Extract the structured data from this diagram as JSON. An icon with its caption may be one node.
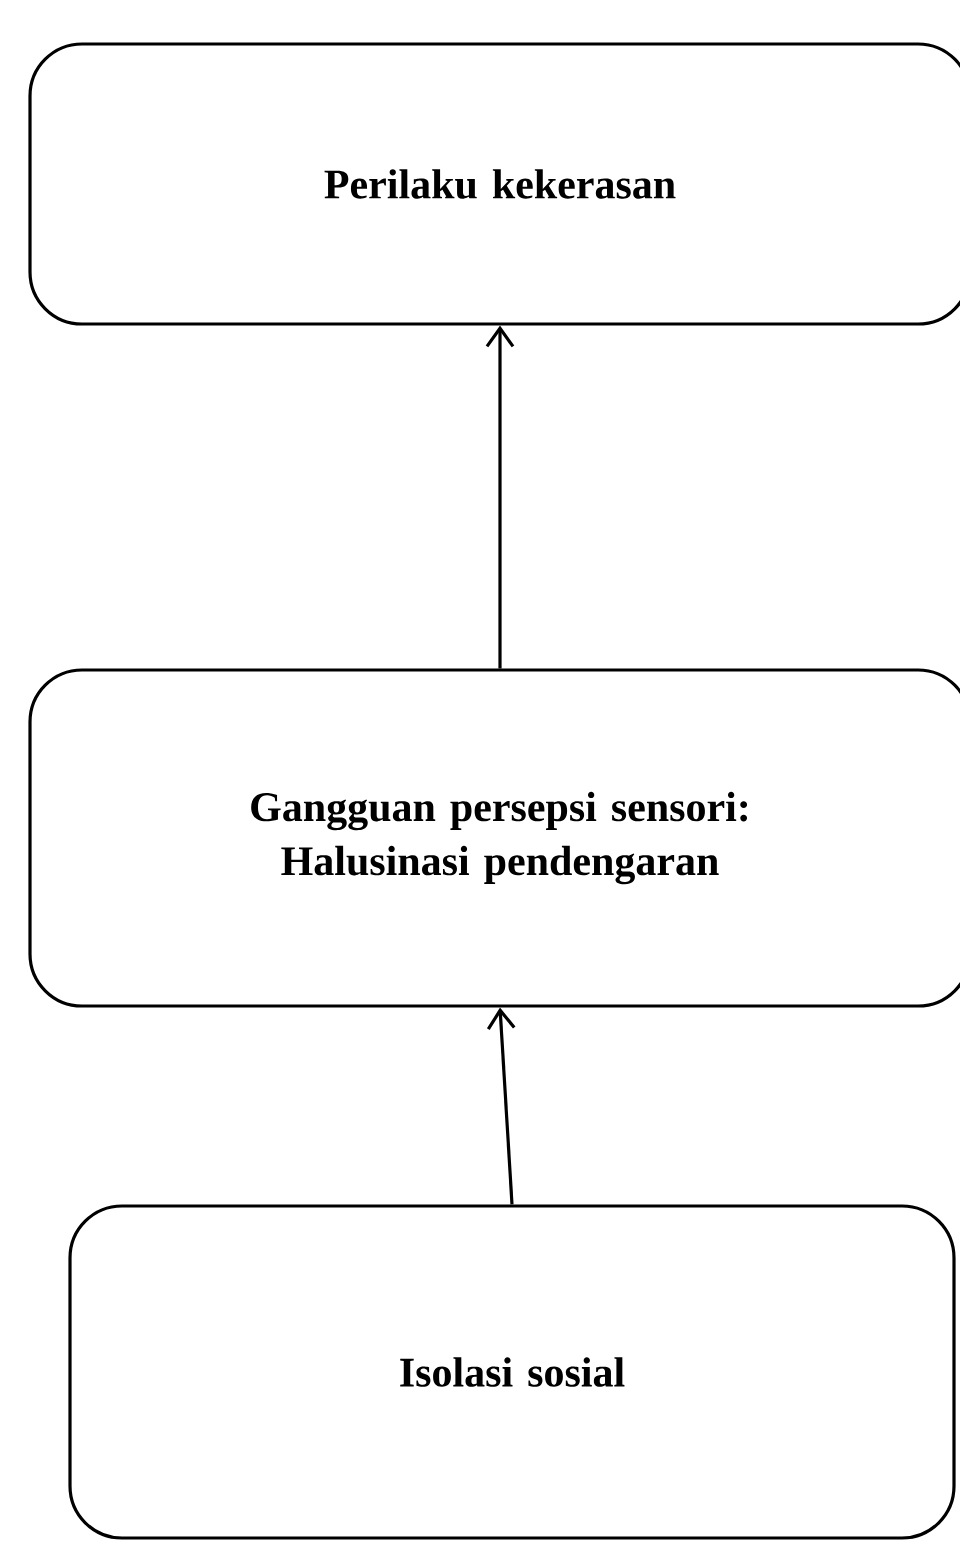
{
  "diagram": {
    "nodes": [
      {
        "text": [
          "Perilaku kekerasan"
        ]
      },
      {
        "text": [
          "Gangguan persepsi sensori: Halusinasi pendengaran"
        ]
      },
      {
        "text": [
          "Isolasi sosial"
        ]
      }
    ],
    "edges": [
      {
        "from": 1,
        "to": 0,
        "arrow": "to"
      },
      {
        "from": 2,
        "to": 1,
        "arrow": "to"
      }
    ]
  }
}
